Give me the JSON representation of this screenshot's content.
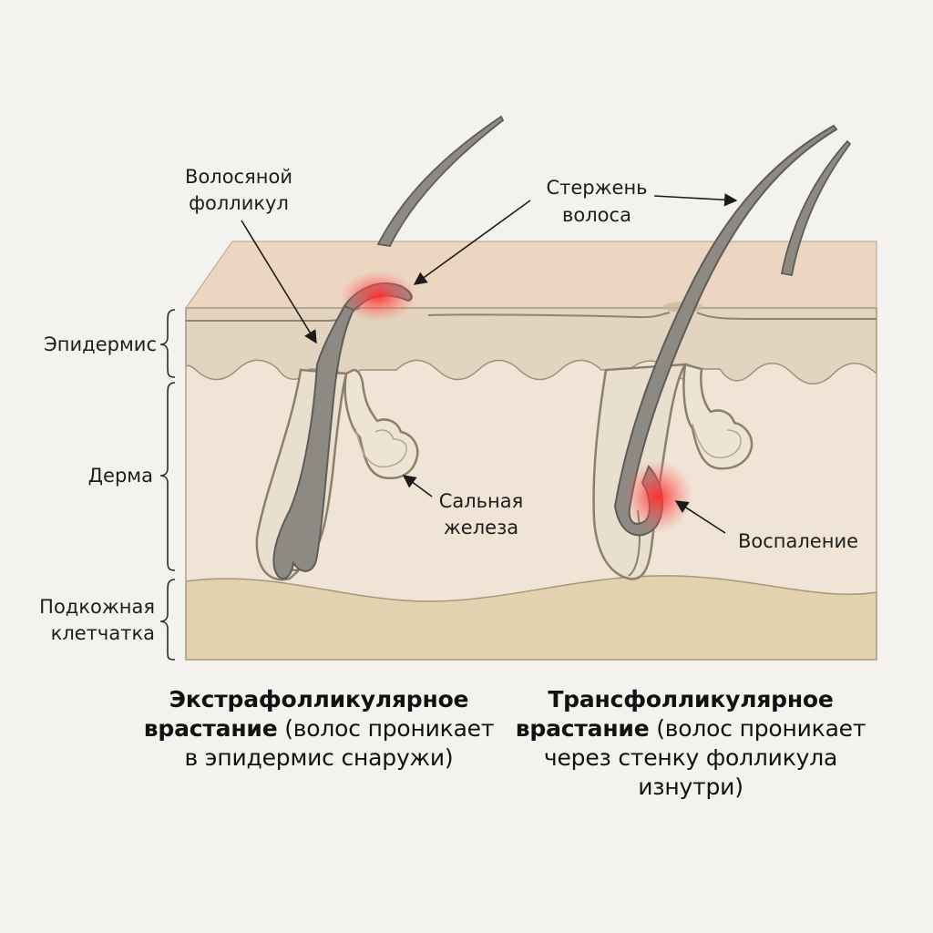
{
  "labels": {
    "follicle": [
      "Волосяной",
      "фолликул"
    ],
    "shaft": [
      "Стержень",
      "волоса"
    ],
    "sebaceous": [
      "Сальная",
      "железа"
    ],
    "inflammation": "Воспаление",
    "epidermis": "Эпидермис",
    "dermis": "Дерма",
    "subcutis": [
      "Подкожная",
      "клетчатка"
    ]
  },
  "captions": {
    "left": {
      "bold_1": "Экстрафолликулярное",
      "bold_2": "врастание",
      "normal_2": " (волос проникает",
      "normal_3": "в эпидермис снаружи)"
    },
    "right": {
      "bold_1": "Трансфолликулярное",
      "bold_2": "врастание",
      "normal_2": " (волос проникает",
      "normal_3": "через стенку фолликула",
      "normal_4": "изнутри)"
    }
  },
  "colors": {
    "background": "#f3f2ee",
    "top_surface": "#ecd6c2",
    "epidermis": "#e2d4bf",
    "dermis": "#efe4d5",
    "subcutis": "#e3d2b0",
    "hair": "#8c8a83",
    "inflammation": "#ff3b3b",
    "outline": "#7e766a"
  }
}
